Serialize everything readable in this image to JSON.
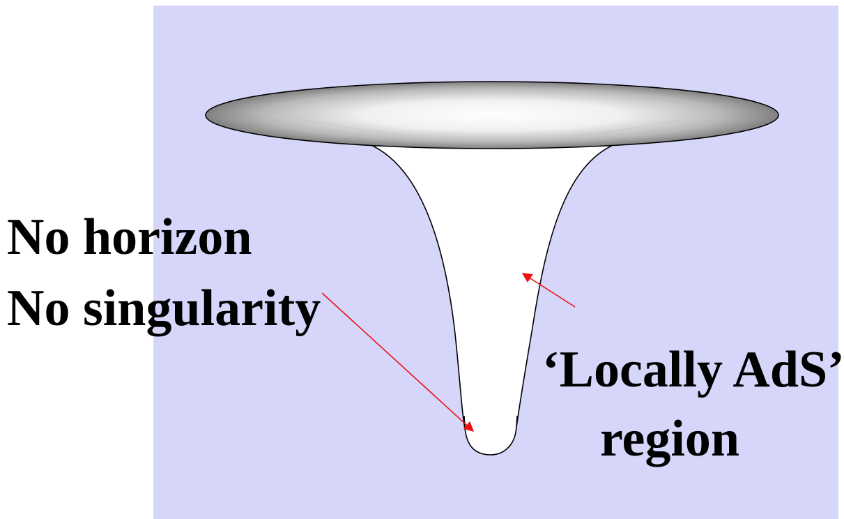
{
  "labels": {
    "no_horizon": "No horizon",
    "no_singularity": "No singularity",
    "locally_ads": "‘Locally AdS’",
    "region": "region"
  },
  "colors": {
    "panel_background": "#d6d6fa",
    "throat_fill": "#ffffff",
    "outline": "#000000",
    "disk_edge": "#808080",
    "disk_highlight": "#ffffff",
    "arrow": "#ee1111",
    "text": "#000000"
  }
}
